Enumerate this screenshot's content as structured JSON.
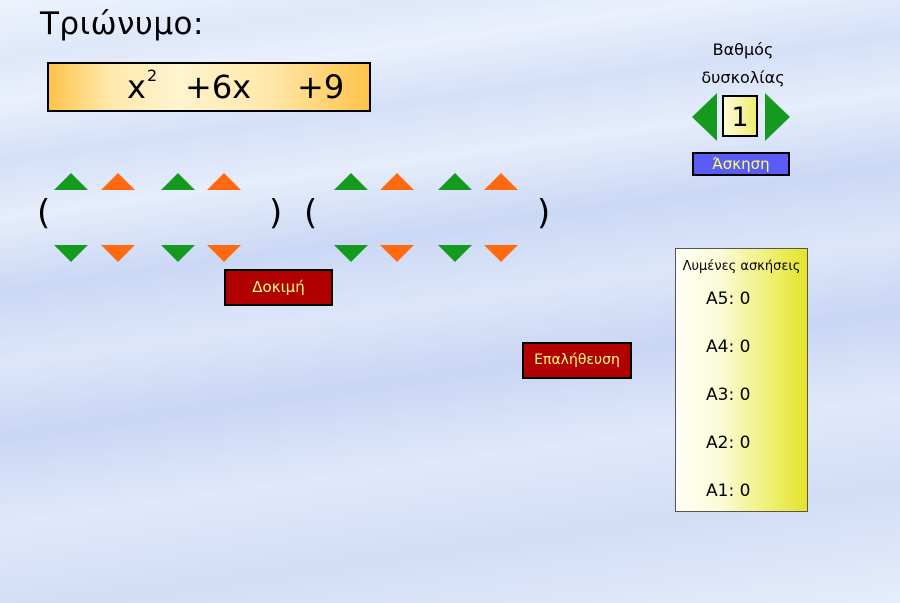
{
  "title": "Τριώνυμο:",
  "trinomial": {
    "term_x": "x",
    "exponent": "2",
    "term_b": "+6x",
    "term_c": "+9"
  },
  "factor": {
    "open_paren": "(",
    "close_paren": ")"
  },
  "buttons": {
    "try": "Δοκιμή",
    "verify": "Επαλήθευση",
    "exercise": "Άσκηση"
  },
  "difficulty": {
    "label_line1": "Βαθμός",
    "label_line2": "δυσκολίας",
    "level": "1"
  },
  "solved": {
    "title": "Λυμένες ασκήσεις",
    "rows": [
      {
        "label": "A5:",
        "value": "0"
      },
      {
        "label": "A4:",
        "value": "0"
      },
      {
        "label": "A3:",
        "value": "0"
      },
      {
        "label": "A2:",
        "value": "0"
      },
      {
        "label": "A1:",
        "value": "0"
      }
    ]
  },
  "colors": {
    "up_down_green": "#139a1f",
    "up_down_orange": "#ff6a10",
    "button_red": "#b00000",
    "button_blue": "#5a5cf6",
    "button_text": "#ffff70"
  }
}
